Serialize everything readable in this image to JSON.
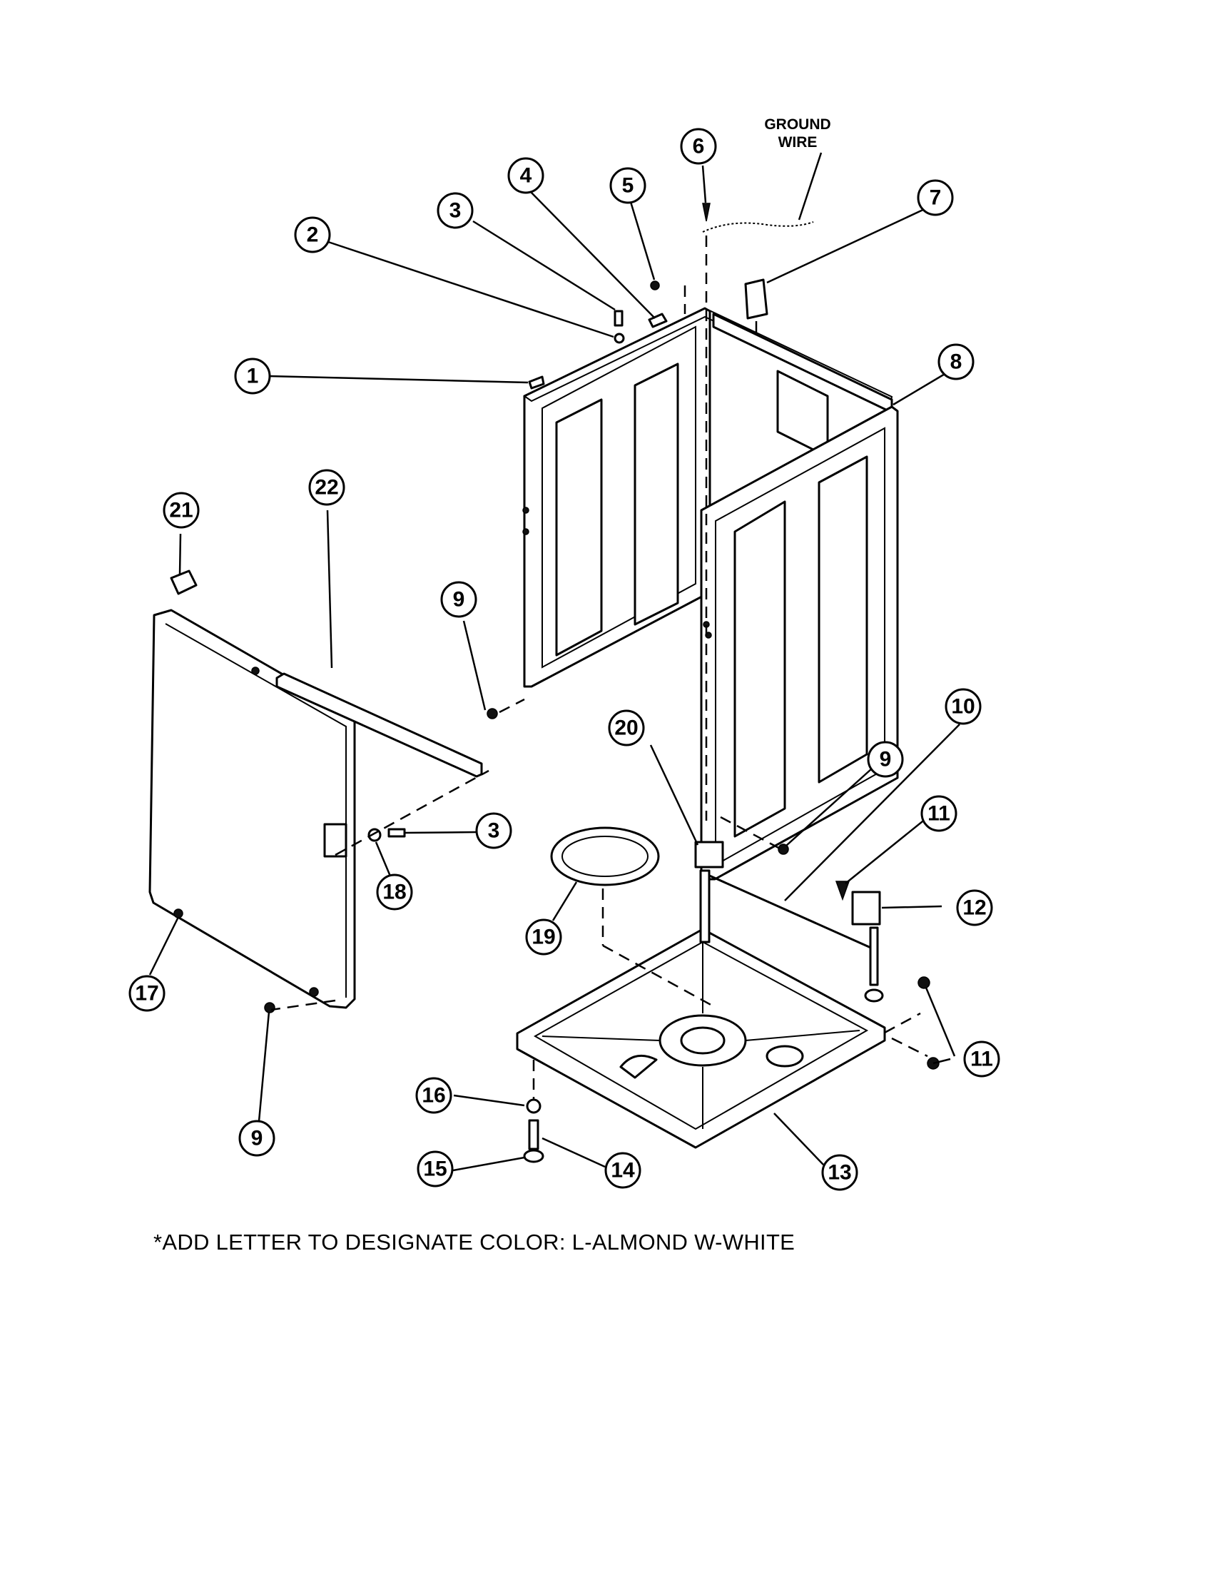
{
  "ground_wire_label": [
    "GROUND",
    "WIRE"
  ],
  "footnote": "*ADD LETTER TO DESIGNATE COLOR: L-ALMOND  W-WHITE",
  "callouts": [
    {
      "number": "1"
    },
    {
      "number": "2"
    },
    {
      "number": "3"
    },
    {
      "number": "4"
    },
    {
      "number": "5"
    },
    {
      "number": "6"
    },
    {
      "number": "7"
    },
    {
      "number": "8"
    },
    {
      "number": "9"
    },
    {
      "number": "9"
    },
    {
      "number": "9"
    },
    {
      "number": "10"
    },
    {
      "number": "11"
    },
    {
      "number": "11"
    },
    {
      "number": "12"
    },
    {
      "number": "13"
    },
    {
      "number": "14"
    },
    {
      "number": "15"
    },
    {
      "number": "16"
    },
    {
      "number": "17"
    },
    {
      "number": "18"
    },
    {
      "number": "19"
    },
    {
      "number": "20"
    },
    {
      "number": "21"
    },
    {
      "number": "22"
    },
    {
      "number": "3"
    }
  ]
}
